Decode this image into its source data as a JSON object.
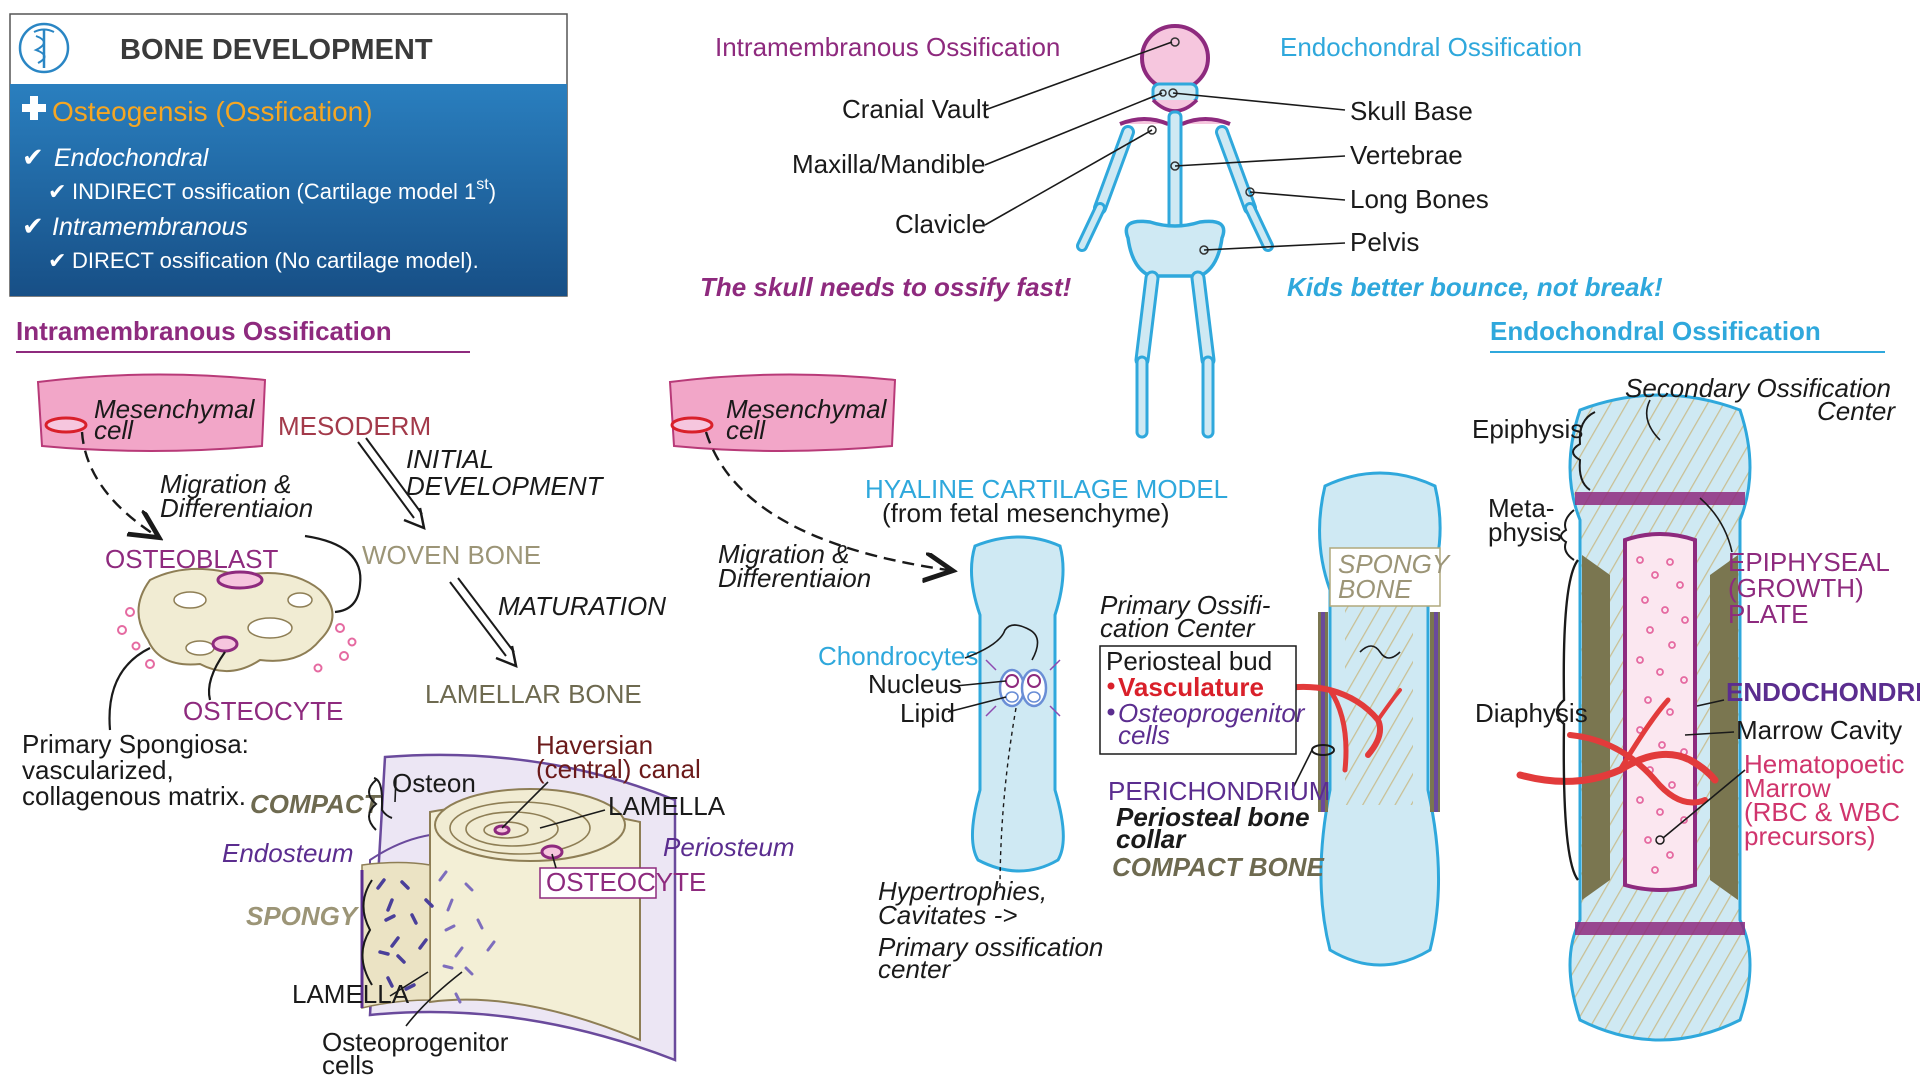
{
  "title_box": {
    "title": "BONE DEVELOPMENT",
    "heading": "Osteogensis (Ossfication)",
    "item1_title": "Endochondral",
    "item1_detail_prefix": "INDIRECT ossification (Cartilage model 1",
    "item1_detail_sup": "st",
    "item1_detail_suffix": ")",
    "item2_title": "Intramembranous",
    "item2_detail": "DIRECT ossification (No cartilage model).",
    "colors": {
      "header_bg": "#1f6aa5",
      "heading_text": "#f5a623",
      "title_text": "#3a3a3a"
    }
  },
  "skeleton": {
    "left_heading": "Intramembranous Ossification",
    "right_heading": "Endochondral Ossification",
    "left_labels": [
      "Cranial Vault",
      "Maxilla/Mandible",
      "Clavicle"
    ],
    "right_labels": [
      "Skull Base",
      "Vertebrae",
      "Long Bones",
      "Pelvis"
    ],
    "left_note": "The skull needs to ossify fast!",
    "right_note": "Kids better bounce, not break!"
  },
  "intra": {
    "section_title": "Intramembranous Ossification",
    "mesenchymal_cell": [
      "Mesenchymal",
      "cell"
    ],
    "mesoderm": "MESODERM",
    "migration": [
      "Migration &",
      "Differentiaion"
    ],
    "initial_dev": [
      "INITIAL",
      "DEVELOPMENT"
    ],
    "osteoblast": "OSTEOBLAST",
    "woven_bone": "WOVEN BONE",
    "maturation": "MATURATION",
    "osteocyte": "OSTEOCYTE",
    "lamellar_bone": "LAMELLAR BONE",
    "primary_spongiosa": [
      "Primary Spongiosa:",
      "vascularized,",
      "collagenous matrix."
    ],
    "osteon": "Osteon",
    "haversian": [
      "Haversian",
      "(central) canal"
    ],
    "compact": "COMPACT",
    "lamella_top": "LAMELLA",
    "endosteum": "Endosteum",
    "periosteum": "Periosteum",
    "osteocyte_box": "OSTEOCYTE",
    "spongy": "SPONGY",
    "lamella_bottom": "LAMELLA",
    "osteoprogenitor": [
      "Osteoprogenitor",
      "cells"
    ]
  },
  "endo": {
    "section_title": "Endochondral Ossification",
    "mesenchymal_cell": [
      "Mesenchymal",
      "cell"
    ],
    "hyaline_title": "HYALINE CARTILAGE MODEL",
    "hyaline_sub": "(from fetal mesenchyme)",
    "migration": [
      "Migration &",
      "Differentiaion"
    ],
    "chondrocytes": "Chondrocytes",
    "nucleus": "Nucleus",
    "lipid": "Lipid",
    "hypertrophies": [
      "Hypertrophies,",
      "Cavitates ->"
    ],
    "primary_ossification": [
      "Primary ossification",
      "center"
    ],
    "primary_center": [
      "Primary Ossifi-",
      "cation Center"
    ],
    "periosteal_bud": "Periosteal bud",
    "vasculature": "Vasculature",
    "osteoprogenitor": [
      "Osteoprogenitor",
      "cells"
    ],
    "perichondrium": "PERICHONDRIUM",
    "periosteal_collar": [
      "Periosteal bone",
      "collar"
    ],
    "compact_bone": "COMPACT BONE",
    "spongy_bone": [
      "SPONGY",
      "BONE"
    ],
    "secondary_center": [
      "Secondary Ossification",
      "Center"
    ],
    "epiphysis": "Epiphysis",
    "metaphysis": [
      "Meta-",
      "physis"
    ],
    "epiphyseal_plate": [
      "EPIPHYSEAL",
      "(GROWTH)",
      "PLATE"
    ],
    "diaphysis": "Diaphysis",
    "endochondrium": "ENDOCHONDRIUM",
    "marrow_cavity": "Marrow Cavity",
    "hematopoetic": [
      "Hematopoetic",
      "Marrow",
      "(RBC & WBC",
      "precursors)"
    ]
  }
}
